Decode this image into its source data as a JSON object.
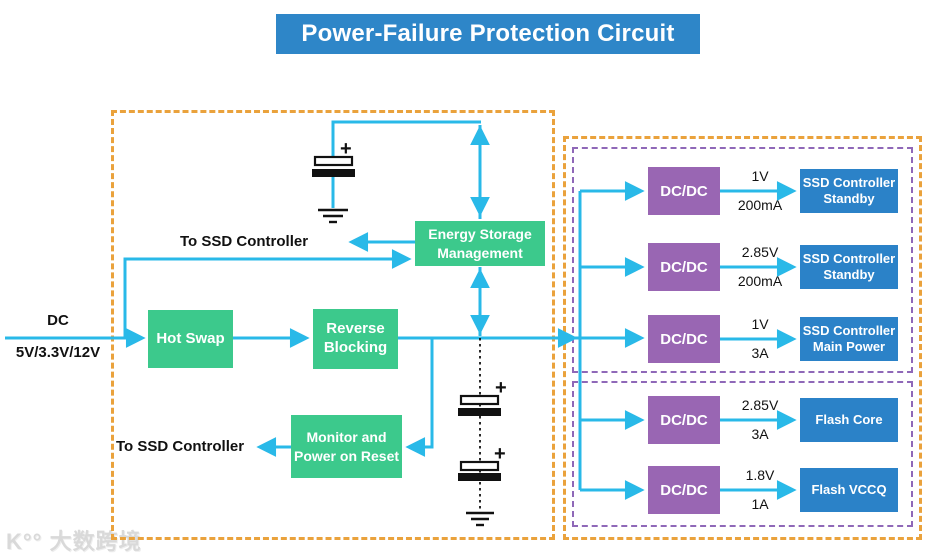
{
  "title": "Power-Failure Protection Circuit",
  "colors": {
    "title_bar": "#2e86c8",
    "wire_cyan": "#29b9e8",
    "block_green": "#3cc98c",
    "block_blue": "#2b82c8",
    "block_purple": "#9966b3",
    "border_orange": "#eaa23c",
    "border_purple": "#8f68b8"
  },
  "dc_input": {
    "label": "DC",
    "voltages": "5V/3.3V/12V"
  },
  "left_section": {
    "hot_swap": "Hot Swap",
    "reverse_blocking": "Reverse Blocking",
    "energy_storage": "Energy Storage Management",
    "monitor": "Monitor and Power on Reset",
    "to_ssd_top": "To SSD Controller",
    "to_ssd_bottom": "To SSD Controller"
  },
  "right_section": {
    "rows": [
      {
        "converter": "DC/DC",
        "voltage": "1V",
        "current": "200mA",
        "load": "SSD Controller Standby"
      },
      {
        "converter": "DC/DC",
        "voltage": "2.85V",
        "current": "200mA",
        "load": "SSD Controller Standby"
      },
      {
        "converter": "DC/DC",
        "voltage": "1V",
        "current": "3A",
        "load": "SSD Controller Main Power"
      },
      {
        "converter": "DC/DC",
        "voltage": "2.85V",
        "current": "3A",
        "load": "Flash Core"
      },
      {
        "converter": "DC/DC",
        "voltage": "1.8V",
        "current": "1A",
        "load": "Flash VCCQ"
      }
    ]
  },
  "symbols": {
    "plus": "+"
  },
  "watermark": "K°° 大数跨境"
}
